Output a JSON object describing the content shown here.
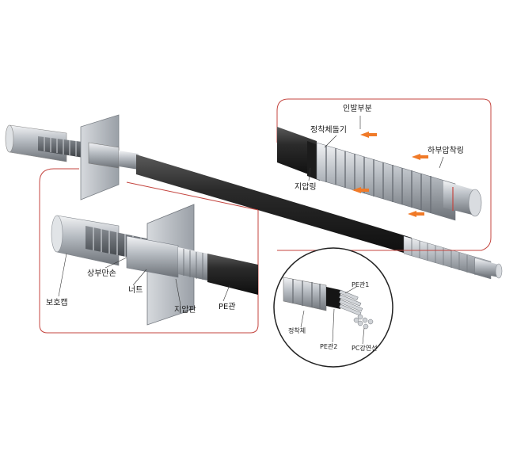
{
  "labels": {
    "inbal_bubun": "인발부분",
    "jeongchakche_dolgi": "정착체돌기",
    "habu_apchakring": "하부압착링",
    "jiap_ring": "지압링",
    "sangbu_manson": "상부만손",
    "nut": "너트",
    "bohocap": "보호캡",
    "jiappan": "지압판",
    "pe_gwan": "PE관",
    "pe_gwan1": "PE관1",
    "jeongchakche": "정착체",
    "pe_gwan2": "PE관2",
    "pc_gangyeonseon": "PC강연선"
  },
  "colors": {
    "frame_line": "#c4453f",
    "arrow": "#f07a28",
    "tube": "#2a2a2a",
    "metal": "#b8bcc2"
  }
}
